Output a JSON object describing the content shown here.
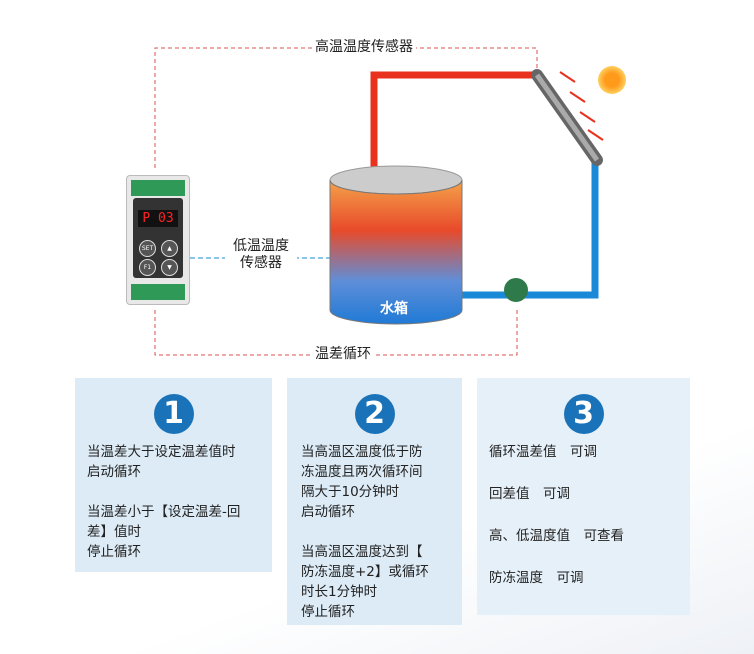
{
  "diagram": {
    "high_sensor_label": "高温温度传感器",
    "low_sensor_label": "低温温度传感器",
    "loop_label": "温差循环",
    "tank_label": "水箱",
    "controller": {
      "display": "P 03",
      "btn_set": "SET",
      "btn_f1": "F1"
    },
    "colors": {
      "hot": "#e8321e",
      "cold": "#1a8ad8",
      "sensor_line": "#d9534f",
      "accent": "#1a73b8"
    }
  },
  "panels": [
    {
      "number": "1",
      "paragraphs": [
        "当温差大于设定温差值时\n启动循环",
        "当温差小于【设定温差-回\n差】值时\n停止循环"
      ]
    },
    {
      "number": "2",
      "paragraphs": [
        "当高温区温度低于防\n冻温度且两次循环间\n隔大于10分钟时\n启动循环",
        "当高温区温度达到【\n防冻温度+2】或循环\n时长1分钟时\n停止循环"
      ]
    },
    {
      "number": "3",
      "paragraphs": [
        "循环温差值　可调",
        "回差值　可调",
        "高、低温度值　可查看",
        "防冻温度　可调"
      ]
    }
  ]
}
